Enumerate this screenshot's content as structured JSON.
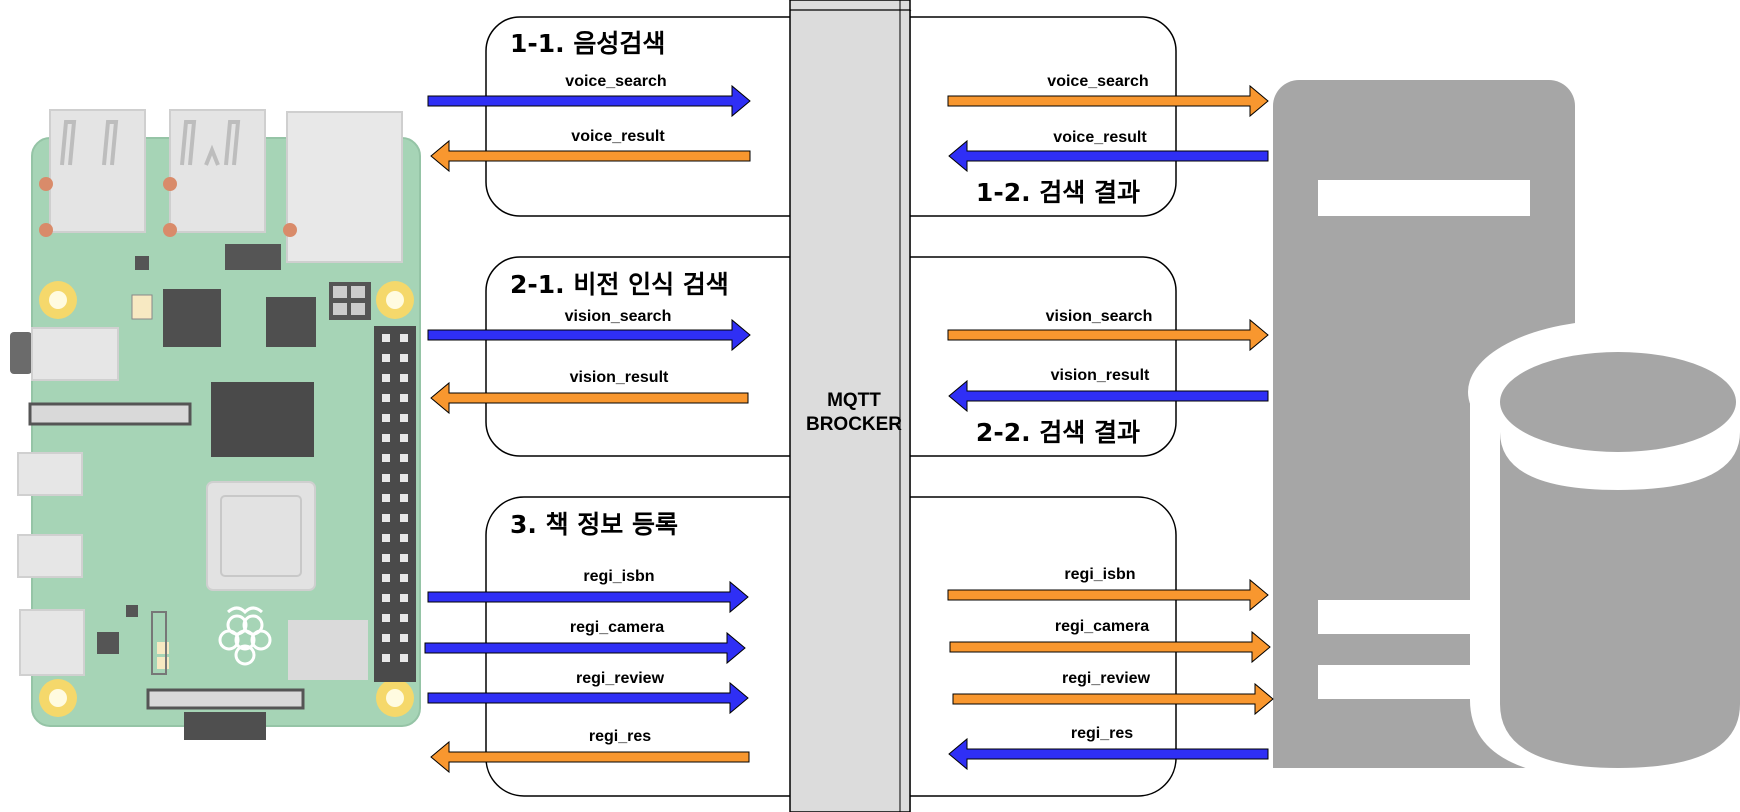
{
  "broker": {
    "line1": "MQTT",
    "line2": "BROCKER"
  },
  "sections": [
    {
      "title": "1-1. 음성검색",
      "result_title": "1-2. 검색 결과"
    },
    {
      "title": "2-1. 비전 인식 검색",
      "result_title": "2-2. 검색 결과"
    },
    {
      "title": "3. 책 정보 등록"
    }
  ],
  "left_arrows": [
    {
      "label": "voice_search",
      "direction": "right",
      "color": "#2f2ff5"
    },
    {
      "label": "voice_result",
      "direction": "left",
      "color": "#f8972f"
    },
    {
      "label": "vision_search",
      "direction": "right",
      "color": "#2f2ff5"
    },
    {
      "label": "vision_result",
      "direction": "left",
      "color": "#f8972f"
    },
    {
      "label": "regi_isbn",
      "direction": "right",
      "color": "#2f2ff5"
    },
    {
      "label": "regi_camera",
      "direction": "right",
      "color": "#2f2ff5"
    },
    {
      "label": "regi_review",
      "direction": "right",
      "color": "#2f2ff5"
    },
    {
      "label": "regi_res",
      "direction": "left",
      "color": "#f8972f"
    }
  ],
  "right_arrows": [
    {
      "label": "voice_search",
      "direction": "right",
      "color": "#f8972f"
    },
    {
      "label": "voice_result",
      "direction": "left",
      "color": "#2f2ff5"
    },
    {
      "label": "vision_search",
      "direction": "right",
      "color": "#f8972f"
    },
    {
      "label": "vision_result",
      "direction": "left",
      "color": "#2f2ff5"
    },
    {
      "label": "regi_isbn",
      "direction": "right",
      "color": "#f8972f"
    },
    {
      "label": "regi_camera",
      "direction": "right",
      "color": "#f8972f"
    },
    {
      "label": "regi_review",
      "direction": "right",
      "color": "#f8972f"
    },
    {
      "label": "regi_res",
      "direction": "left",
      "color": "#2f2ff5"
    }
  ],
  "icons": {
    "left_device": "raspberry-pi-board-icon",
    "right_device": "server-database-icon"
  },
  "colors": {
    "publish_blue": "#2f2ff5",
    "publish_orange": "#f8972f",
    "board_green": "#a6d4b6",
    "server_gray": "#a6a6a6",
    "broker_fill": "#dcdcdc"
  }
}
